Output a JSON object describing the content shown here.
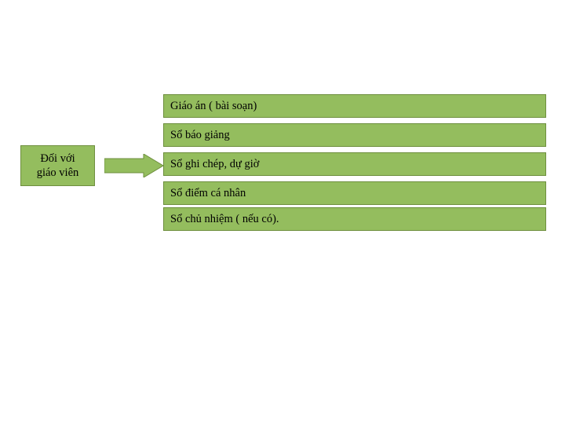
{
  "slide": {
    "background_color": "#FFFFFF",
    "shape_fill_color": "#94BD5E",
    "shape_border_color": "#6E8F3E",
    "text_color": "#000000",
    "label": {
      "line1": "Đối với",
      "line2": "giáo viên"
    },
    "arrow": {
      "name": "right-arrow"
    },
    "items": [
      {
        "text": "Giáo án ( bài soạn)"
      },
      {
        "text": "Sổ báo giảng"
      },
      {
        "text": "Sổ ghi chép, dự giờ"
      },
      {
        "text": "Sổ điểm cá nhân"
      },
      {
        "text": "Sổ chủ nhiệm ( nếu có)."
      }
    ]
  }
}
